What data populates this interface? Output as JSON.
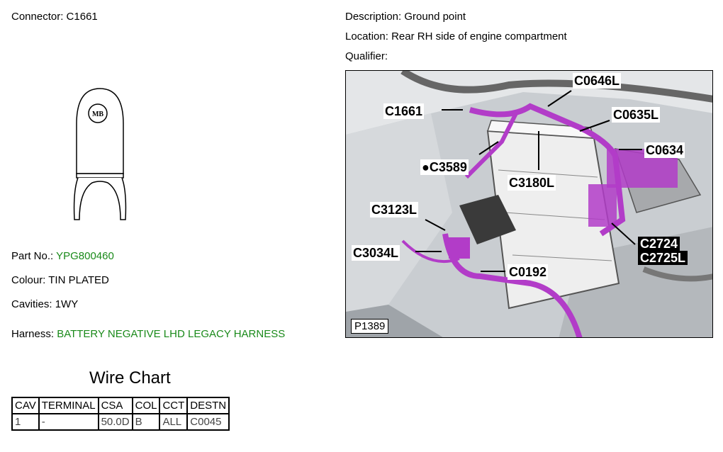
{
  "connector": {
    "label": "Connector:",
    "value": "C1661"
  },
  "description": {
    "label": "Description:",
    "value": "Ground point"
  },
  "location": {
    "label": "Location:",
    "value": "Rear RH side of engine compartment"
  },
  "qualifier": {
    "label": "Qualifier:",
    "value": ""
  },
  "part": {
    "label": "Part No.:",
    "value": "YPG800460"
  },
  "colour": {
    "label": "Colour:",
    "value": "TIN PLATED"
  },
  "cavities": {
    "label": "Cavities:",
    "value": "1WY"
  },
  "harness": {
    "label": "Harness:",
    "value": "BATTERY NEGATIVE LHD LEGACY HARNESS"
  },
  "connector_drawing": {
    "mark": "MB"
  },
  "photo": {
    "ref": "P1389",
    "labels": [
      "C0646L",
      "C1661",
      "C0635L",
      "C0634",
      "C3589",
      "C3180L",
      "C3123L",
      "C2724",
      "C2725L",
      "C3034L",
      "C0192"
    ]
  },
  "wire_chart": {
    "title": "Wire Chart",
    "headers": [
      "CAV",
      "TERMINAL",
      "CSA",
      "COL",
      "CCT",
      "DESTN"
    ],
    "rows": [
      [
        "1",
        "-",
        "50.0D",
        "B",
        "ALL",
        "C0045"
      ]
    ]
  },
  "colors": {
    "harness_highlight": "#b23cc8",
    "link_green": "#1a8a1a"
  }
}
